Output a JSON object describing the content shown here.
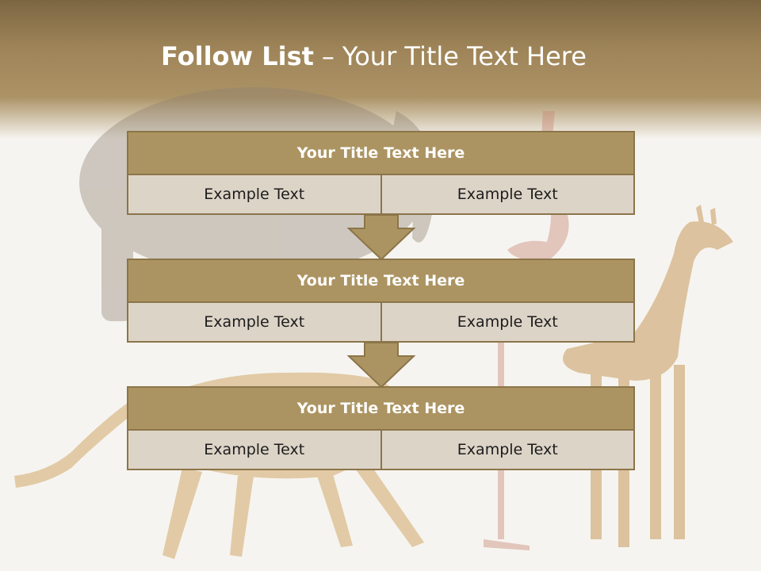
{
  "slide": {
    "title_bold": "Follow List",
    "title_dash": "–",
    "title_rest": "Your Title Text Here"
  },
  "blocks": [
    {
      "title": "Your Title Text Here",
      "left": "Example Text",
      "right": "Example Text"
    },
    {
      "title": "Your Title Text Here",
      "left": "Example Text",
      "right": "Example Text"
    },
    {
      "title": "Your Title Text Here",
      "left": "Example Text",
      "right": "Example Text"
    }
  ],
  "colors": {
    "header_brown": "#7c6642",
    "block_title_fill": "#ac9462",
    "cell_fill": "#ddd4c8",
    "border": "#8b7549"
  },
  "background_art": [
    "elephant-silhouette",
    "flamingo-silhouette",
    "giraffe-silhouette",
    "cheetah-silhouette"
  ]
}
